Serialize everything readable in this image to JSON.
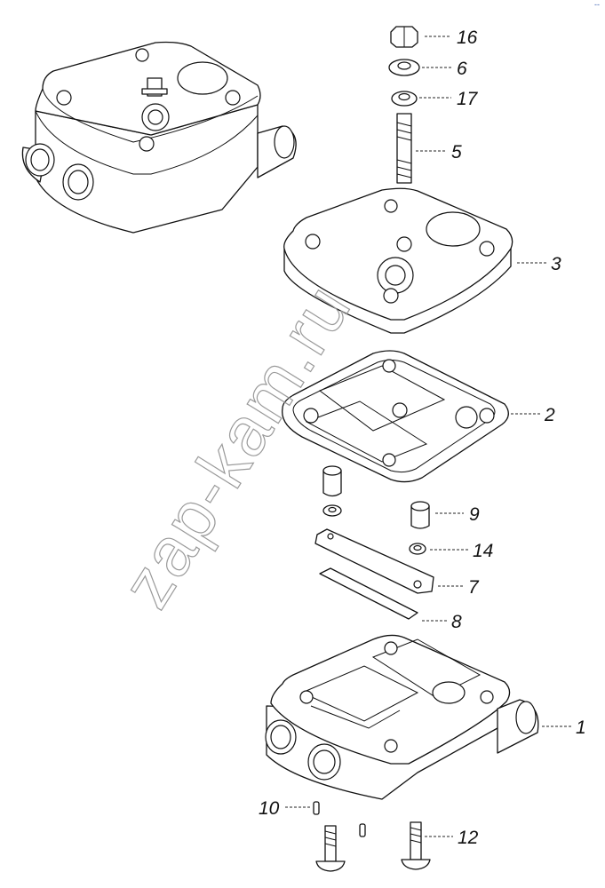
{
  "watermark": "zap-kam.ru",
  "corner_mark": "‑‑",
  "callouts": [
    {
      "id": "16",
      "label": "16"
    },
    {
      "id": "6",
      "label": "6"
    },
    {
      "id": "17",
      "label": "17"
    },
    {
      "id": "5",
      "label": "5"
    },
    {
      "id": "3",
      "label": "3"
    },
    {
      "id": "2",
      "label": "2"
    },
    {
      "id": "9",
      "label": "9"
    },
    {
      "id": "14",
      "label": "14"
    },
    {
      "id": "7",
      "label": "7"
    },
    {
      "id": "8",
      "label": "8"
    },
    {
      "id": "1",
      "label": "1"
    },
    {
      "id": "10",
      "label": "10"
    },
    {
      "id": "12",
      "label": "12"
    }
  ]
}
